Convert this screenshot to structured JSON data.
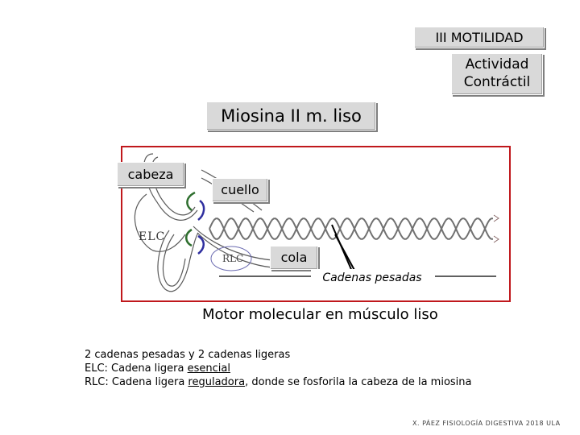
{
  "section_label": "III MOTILIDAD",
  "activity_label": [
    "Actividad",
    "Contráctil"
  ],
  "title": "Miosina II m. liso",
  "diagram": {
    "head_label": "cabeza",
    "neck_label": "cuello",
    "tail_label": "cola",
    "heavy_chains_label": "Cadenas pesadas",
    "elc_label": "ELC",
    "rlc_label": "RLC",
    "frame_color": "#c0181c"
  },
  "caption": "Motor molecular en músculo liso",
  "notes": {
    "line1": "2 cadenas pesadas y 2 cadenas ligeras",
    "line2_prefix": "ELC: Cadena ligera ",
    "line2_underlined": "esencial",
    "line3_prefix": "RLC: Cadena ligera ",
    "line3_underlined": "reguladora",
    "line3_suffix": ", donde se fosforila la cabeza de la miosina"
  },
  "footer": "X. PÁEZ  FISIOLOGÍA DIGESTIVA 2018  ULA"
}
